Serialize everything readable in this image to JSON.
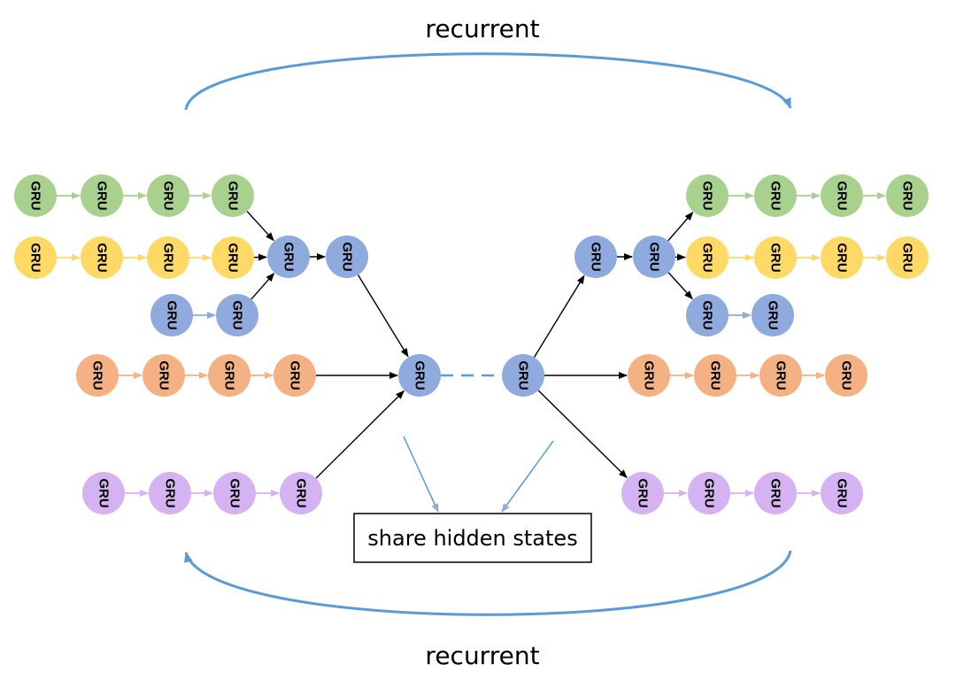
{
  "labels": {
    "top_recurrent": "recurrent",
    "bottom_recurrent": "recurrent",
    "share_box": "share hidden states"
  },
  "node_label": "GRU",
  "colors": {
    "green_fill": "#a9d18e",
    "green_edge": "#a9d18e",
    "yellow_fill": "#ffd966",
    "yellow_edge": "#ffd966",
    "blue_fill": "#8faadc",
    "blue_edge": "#8faadc",
    "orange_fill": "#f4b183",
    "orange_edge": "#f4b183",
    "purple_fill": "#d5b3f2",
    "purple_edge": "#d5b3f2",
    "black_edge": "#000000",
    "recurrent_arc": "#5b9bd5",
    "share_arrow": "#5b9bd5"
  }
}
